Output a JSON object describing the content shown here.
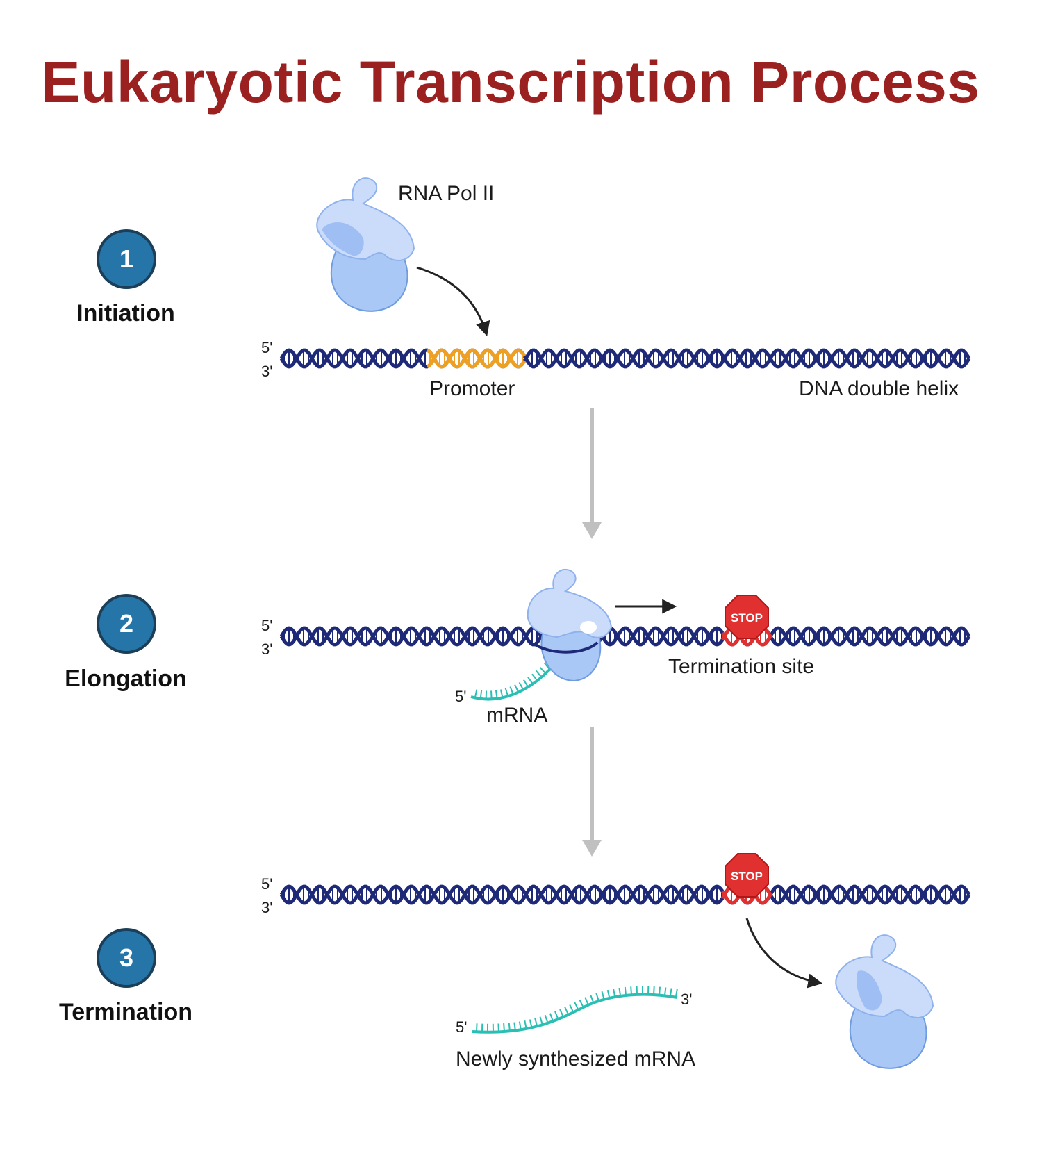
{
  "title": "Eukaryotic Transcription Process",
  "steps": [
    {
      "number": "1",
      "label": "Initiation"
    },
    {
      "number": "2",
      "label": "Elongation"
    },
    {
      "number": "3",
      "label": "Termination"
    }
  ],
  "labels": {
    "rna_pol": "RNA Pol II",
    "promoter": "Promoter",
    "dna_helix": "DNA double helix",
    "termination_site": "Termination site",
    "mrna": "mRNA",
    "new_mrna": "Newly synthesized mRNA",
    "stop_sign": "STOP"
  },
  "strand_ends": {
    "five": "5'",
    "three": "3'"
  },
  "colors": {
    "title": "#9b2020",
    "badge": "#2675a8",
    "dna": "#1e2a78",
    "promoter": "#f0a020",
    "termination": "#e03030",
    "mrna": "#2bbfb4",
    "polymerase": "#a9c8f5",
    "arrow": "#c0c0c0"
  }
}
